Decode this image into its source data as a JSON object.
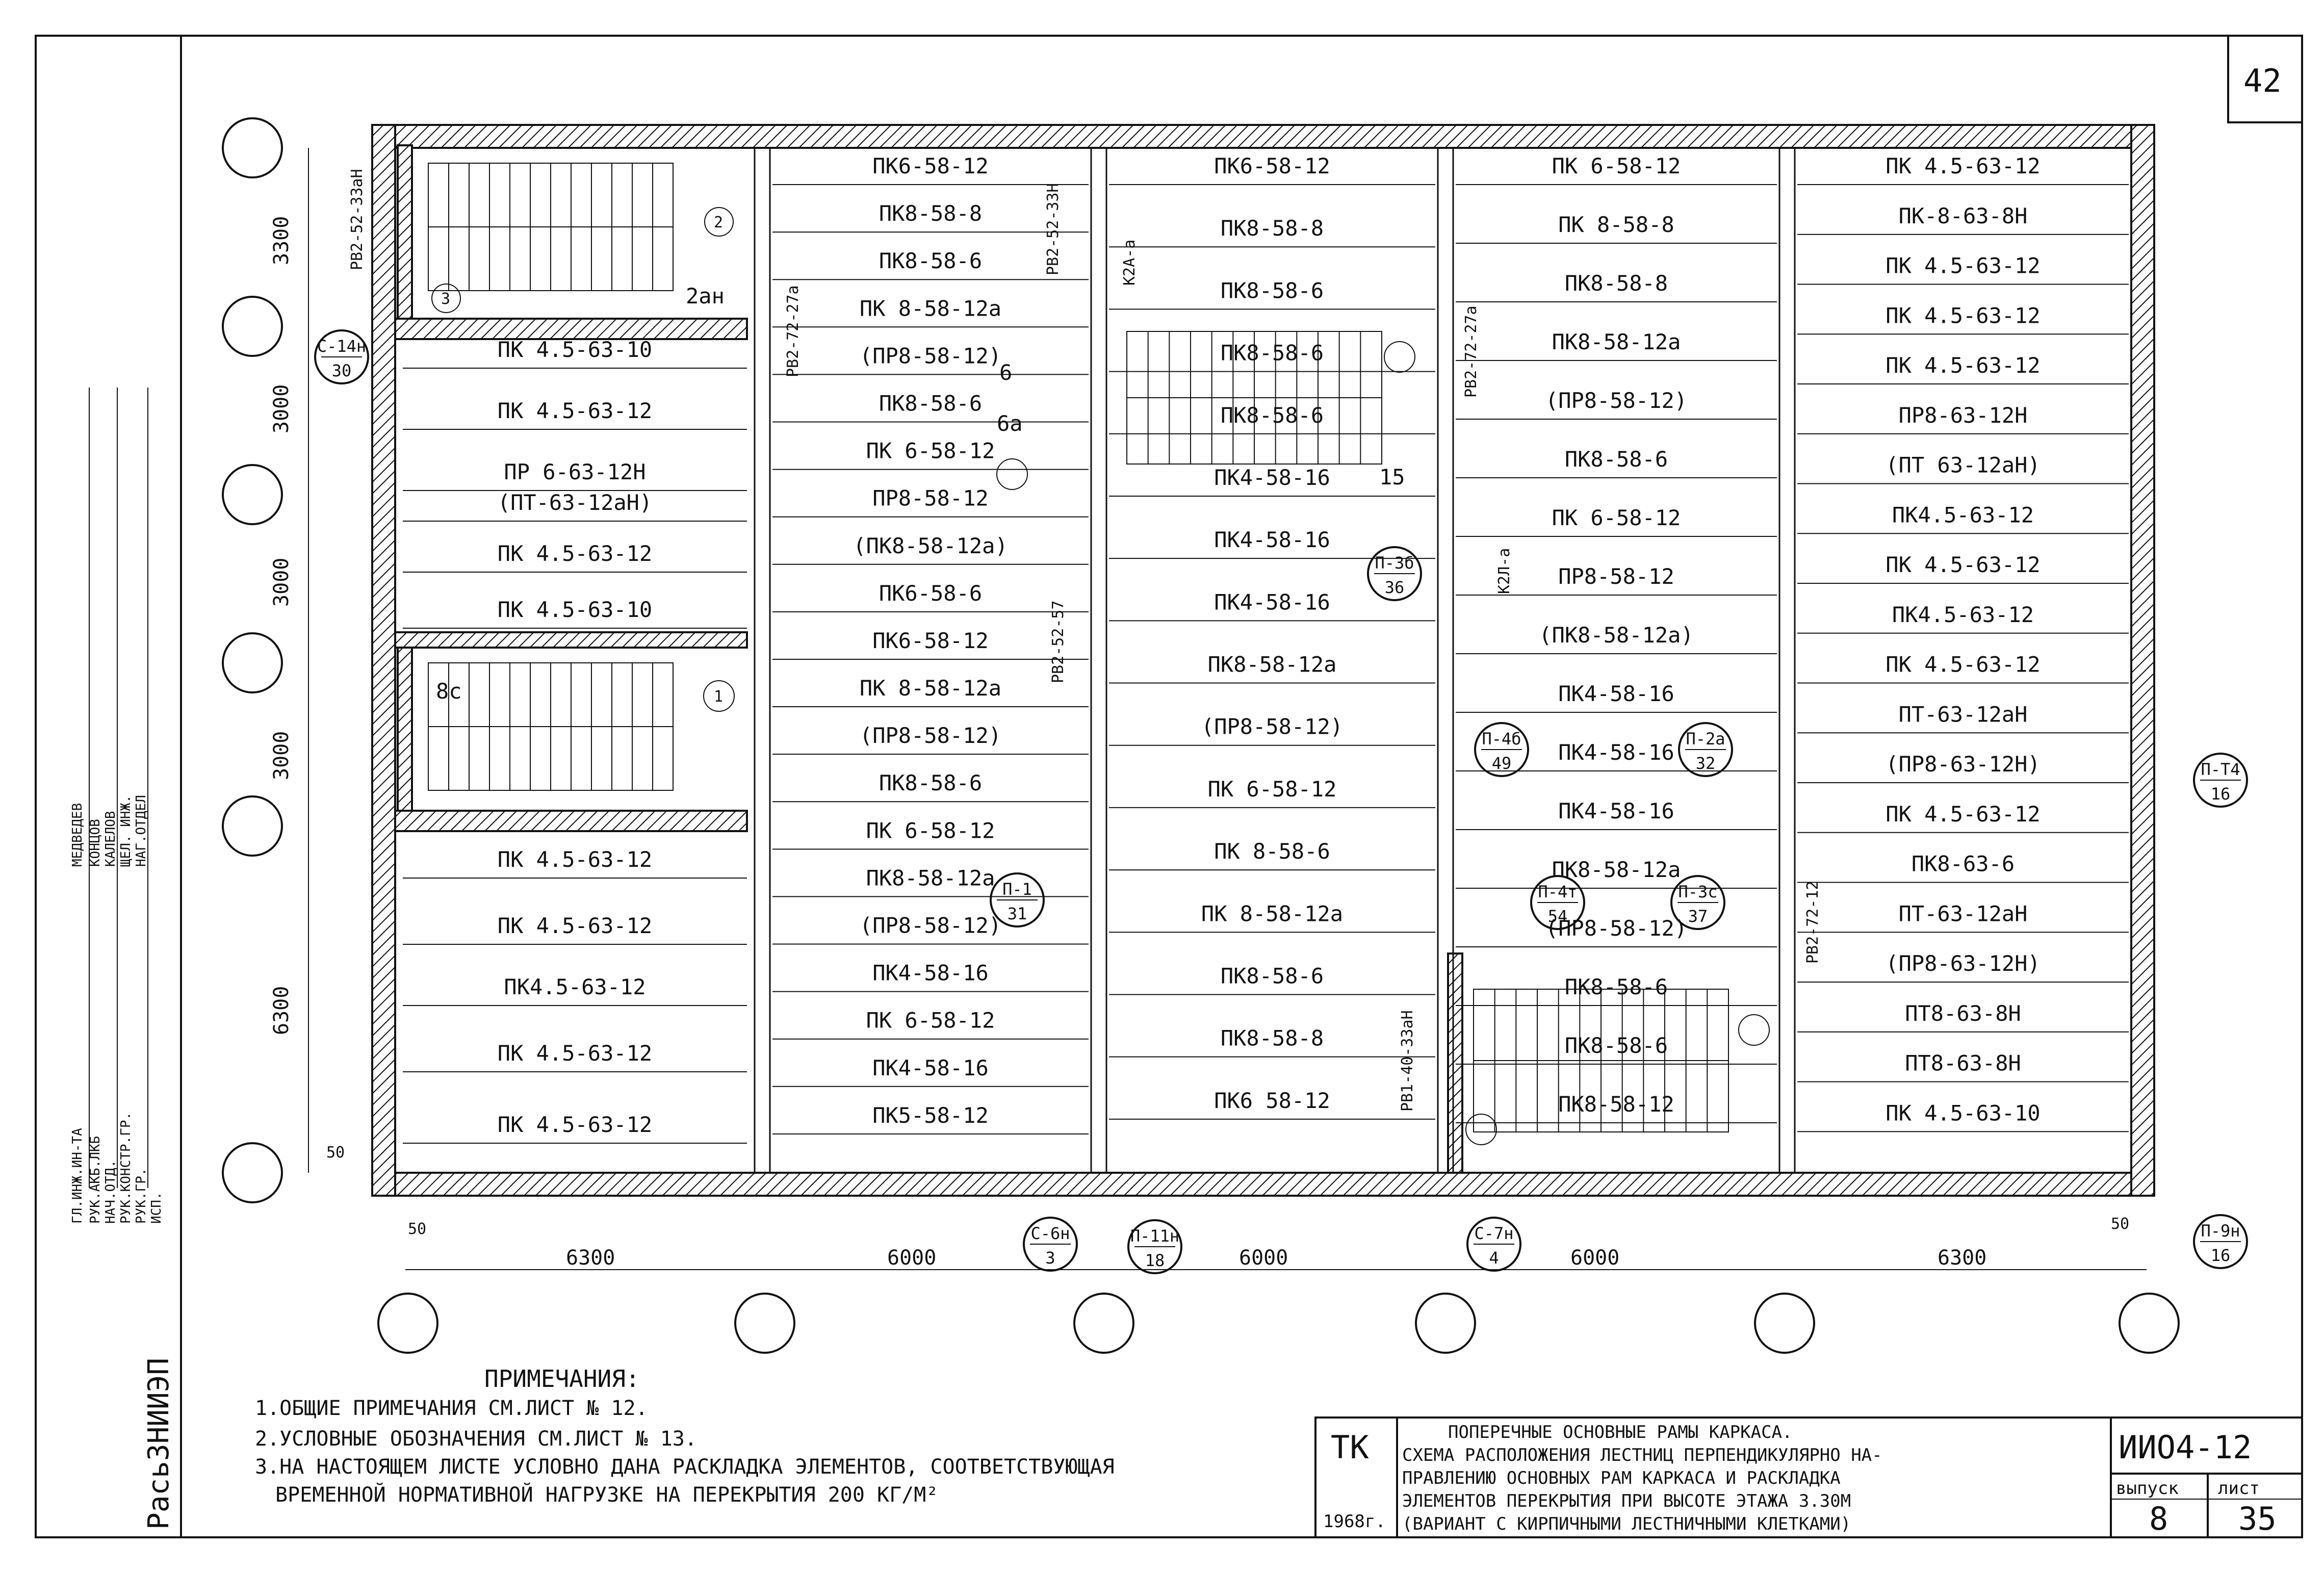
{
  "sheet_number": "42",
  "drawing_code": "ИИО4-12",
  "issue_label": "выпуск",
  "issue": "8",
  "page_label": "лист",
  "page": "35",
  "org": "ТК",
  "year": "1968г.",
  "title_lines": [
    "ПОПЕРЕЧНЫЕ ОСНОВНЫЕ РАМЫ КАРКАСА.",
    "СХЕМА РАСПОЛОЖЕНИЯ ЛЕСТНИЦ ПЕРПЕНДИКУЛЯРНО НА-",
    "ПРАВЛЕНИЮ ОСНОВНЫХ РАМ КАРКАСА И РАСКЛАДКА",
    "ЭЛЕМЕНТОВ ПЕРЕКРЫТИЯ ПРИ ВЫСОТЕ ЭТАЖА 3.30М",
    "(ВАРИАНТ С КИРПИЧНЫМИ ЛЕСТНИЧНЫМИ КЛЕТКАМИ)"
  ],
  "side_title": "РасьЗНИИЭП",
  "side_rows": [
    "ГЛ.ИНЖ.ИН-ТА",
    "РУК.АКБ.ЛКБ",
    "НАЧ.ОТД.",
    "РУК.КОНСТР.ГР.",
    "РУК.ГР.",
    "ИСП."
  ],
  "side_names": [
    "МЕДВЕДЕВ",
    "КОНЦОВ",
    "КАЛЕЛОВ",
    "ЩЕЛ. ИНЖ.",
    "НАГ.ОТДЕЛ"
  ],
  "notes_title": "ПРИМЕЧАНИЯ:",
  "notes": [
    "1.ОБЩИЕ ПРИМЕЧАНИЯ СМ.ЛИСТ № 12.",
    "2.УСЛОВНЫЕ ОБОЗНАЧЕНИЯ СМ.ЛИСТ № 13.",
    "3.НА НАСТОЯЩЕМ ЛИСТЕ УСЛОВНО ДАНА РАСКЛАДКА ЭЛЕМЕНТОВ, СООТВЕТСТВУЮЩАЯ",
    "ВРЕМЕННОЙ НОРМАТИВНОЙ НАГРУЗКЕ НА ПЕРЕКРЫТИЯ 200 КГ/М²"
  ],
  "dimensions": {
    "bottom": [
      "6300",
      "6000",
      "6000",
      "6000",
      "6300"
    ],
    "left": [
      "3300",
      "3000",
      "3000",
      "3000",
      "6300"
    ],
    "edge": [
      "50",
      "50",
      "50"
    ]
  },
  "bays": {
    "bay1": [
      "ПК 4.5-63-10",
      "ПК 4.5-63-12",
      "ПР 6-63-12Н",
      "(ПТ-63-12аН)",
      "ПК 4.5-63-12",
      "ПК 4.5-63-10",
      "ПК 4.5-63-12",
      "ПК 4.5-63-12",
      "ПК4.5-63-12",
      "ПК 4.5-63-12",
      "ПК 4.5-63-12"
    ],
    "bay2": [
      "ПК6-58-12",
      "ПК8-58-8",
      "ПК8-58-6",
      "ПК 8-58-12а",
      "(ПР8-58-12)",
      "ПК8-58-6",
      "ПК 6-58-12",
      "ПР8-58-12",
      "(ПК8-58-12а)",
      "ПК6-58-6",
      "ПК6-58-12",
      "ПК 8-58-12а",
      "(ПР8-58-12)",
      "ПК8-58-6",
      "ПК 6-58-12",
      "ПК8-58-12а",
      "(ПР8-58-12)",
      "ПК4-58-16",
      "ПК 6-58-12",
      "ПК4-58-16",
      "ПК5-58-12"
    ],
    "bay3": [
      "ПК6-58-12",
      "ПК8-58-8",
      "ПК8-58-6",
      "ПК8-58-6",
      "ПК8-58-6",
      "ПК4-58-16",
      "ПК4-58-16",
      "ПК4-58-16",
      "ПК8-58-12а",
      "(ПР8-58-12)",
      "ПК 6-58-12",
      "ПК 8-58-6",
      "ПК 8-58-12а",
      "ПК8-58-6",
      "ПК8-58-8",
      "ПК6 58-12"
    ],
    "bay4": [
      "ПК 6-58-12",
      "ПК 8-58-8",
      "ПК8-58-8",
      "ПК8-58-12а",
      "(ПР8-58-12)",
      "ПК8-58-6",
      "ПК 6-58-12",
      "ПР8-58-12",
      "(ПК8-58-12а)",
      "ПК4-58-16",
      "ПК4-58-16",
      "ПК4-58-16",
      "ПК8-58-12а",
      "(ПР8-58-12)",
      "ПК8-58-6",
      "ПК8-58-6",
      "ПК8-58-12"
    ],
    "bay5": [
      "ПК 4.5-63-12",
      "ПК-8-63-8Н",
      "ПК 4.5-63-12",
      "ПК 4.5-63-12",
      "ПК 4.5-63-12",
      "ПР8-63-12Н",
      "(ПТ 63-12аН)",
      "ПК4.5-63-12",
      "ПК 4.5-63-12",
      "ПК4.5-63-12",
      "ПК 4.5-63-12",
      "ПТ-63-12аН",
      "(ПР8-63-12Н)",
      "ПК 4.5-63-12",
      "ПК8-63-6",
      "ПТ-63-12аН",
      "(ПР8-63-12Н)",
      "ПТ8-63-8Н",
      "ПТ8-63-8Н",
      "ПК 4.5-63-10"
    ]
  },
  "stair_marks": [
    "1",
    "2",
    "3",
    "2ан",
    "8с",
    "6",
    "6а",
    "15"
  ],
  "callouts": [
    {
      "top": "С-14н",
      "bottom": "30"
    },
    {
      "top": "П-3б",
      "bottom": "36"
    },
    {
      "top": "П-4б",
      "bottom": "49"
    },
    {
      "top": "П-2а",
      "bottom": "32"
    },
    {
      "top": "П-Т4",
      "bottom": "16"
    },
    {
      "top": "П-1",
      "bottom": "31"
    },
    {
      "top": "П-4т",
      "bottom": "54"
    },
    {
      "top": "П-3с",
      "bottom": "37"
    },
    {
      "top": "С-6н",
      "bottom": "3"
    },
    {
      "top": "П-11н",
      "bottom": "18"
    },
    {
      "top": "С-7н",
      "bottom": "4"
    },
    {
      "top": "П-9н",
      "bottom": "16"
    }
  ],
  "beam_marks": [
    "РВ2-52-33аН",
    "РВ2-72-27а",
    "РВ2-52-57",
    "РВ2-72-27а",
    "РВ1-40-33аН",
    "К2А-а",
    "К2Л-а",
    "РВ2-52-ЗЗН",
    "РВ2-72-12"
  ]
}
